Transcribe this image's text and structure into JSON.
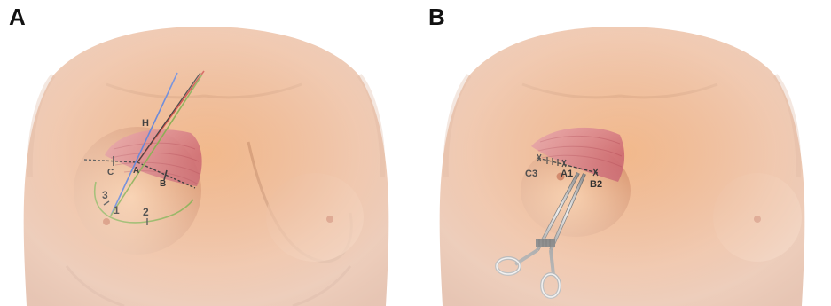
{
  "panels": [
    {
      "letter": "A",
      "labels": {
        "h": "H",
        "a": "A",
        "b": "B",
        "c": "C",
        "n1": "1",
        "n2": "2",
        "n3": "3"
      },
      "colors": {
        "blue_line": "#4a6fd0",
        "red_line": "#c8342c",
        "green_line": "#7aa23a",
        "dashed_line": "#222222",
        "muscle": "#d9747a",
        "skin": "#e9a87c"
      }
    },
    {
      "letter": "B",
      "labels": {
        "a1": "A1",
        "b2": "B2",
        "c3": "C3"
      },
      "tool": "hemostat-clamp-icon"
    }
  ]
}
